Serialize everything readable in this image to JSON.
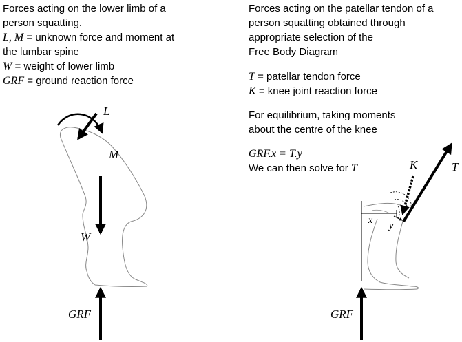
{
  "left": {
    "line1": "Forces acting on the lower limb of a",
    "line2": "person squatting.",
    "line3_sym": "L, M",
    "line3_rest": " = unknown force and moment at",
    "line4": "the lumbar spine",
    "line5_sym": "W",
    "line5_rest": " = weight of lower limb",
    "line6_sym": "GRF",
    "line6_rest": " = ground reaction force",
    "label_L": "L",
    "label_M": "M",
    "label_W": "W",
    "label_GRF": "GRF"
  },
  "right": {
    "line1": "Forces acting on the patellar tendon of a",
    "line2": "person squatting obtained through",
    "line3": "appropriate selection of the",
    "line4": "Free Body Diagram",
    "line5_sym": "T",
    "line5_rest": " = patellar tendon force",
    "line6_sym": "K",
    "line6_rest": " = knee joint reaction force",
    "line7": "For equilibrium, taking moments",
    "line8": "about the centre of the knee",
    "line9_eq": "GRF.x = T.y",
    "line10": "We can then solve for ",
    "line10_sym": "T",
    "label_K": "K",
    "label_T": "T",
    "label_x": "x",
    "label_y": "y",
    "label_GRF": "GRF"
  }
}
